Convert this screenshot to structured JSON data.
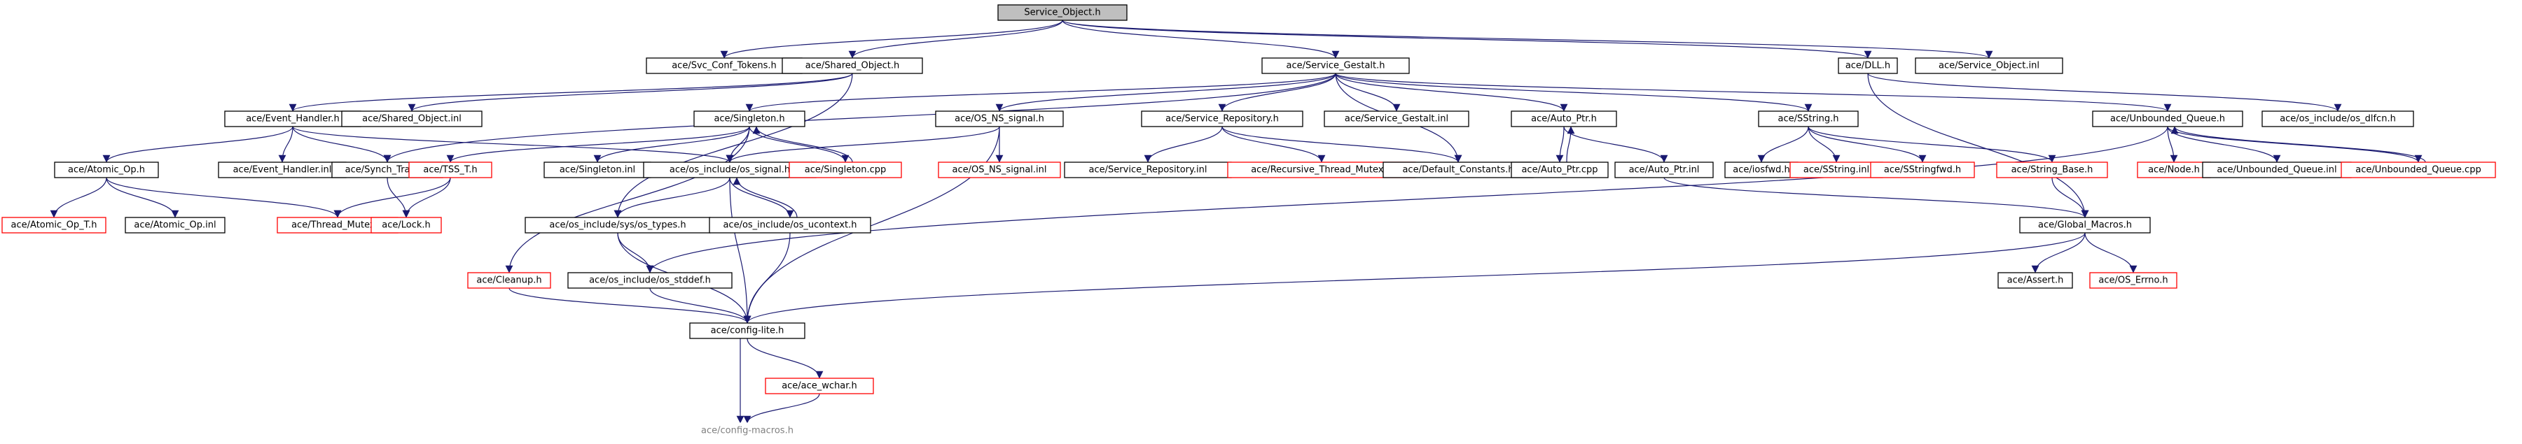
{
  "colors": {
    "root_fill": "#bfbfbf",
    "node_fill": "#ffffff",
    "border": "#000000",
    "border_missing": "#ff0000",
    "text": "#000000",
    "text_muted": "#808080",
    "edge": "#191970"
  },
  "diagram": {
    "nodes": {
      "n0": {
        "label": "Service_Object.h",
        "style": "root"
      },
      "n1": {
        "label": "ace/Svc_Conf_Tokens.h",
        "style": "normal"
      },
      "n2": {
        "label": "ace/Shared_Object.h",
        "style": "normal"
      },
      "n3": {
        "label": "ace/Service_Gestalt.h",
        "style": "normal"
      },
      "n4": {
        "label": "ace/DLL.h",
        "style": "normal"
      },
      "n5": {
        "label": "ace/Service_Object.inl",
        "style": "normal"
      },
      "n6": {
        "label": "ace/Event_Handler.h",
        "style": "normal"
      },
      "n7": {
        "label": "ace/Shared_Object.inl",
        "style": "normal"
      },
      "n8": {
        "label": "ace/Singleton.h",
        "style": "normal"
      },
      "n9": {
        "label": "ace/OS_NS_signal.h",
        "style": "normal"
      },
      "n10": {
        "label": "ace/Service_Repository.h",
        "style": "normal"
      },
      "n11": {
        "label": "ace/Service_Gestalt.inl",
        "style": "normal"
      },
      "n12": {
        "label": "ace/Auto_Ptr.h",
        "style": "normal"
      },
      "n13": {
        "label": "ace/SString.h",
        "style": "normal"
      },
      "n14": {
        "label": "ace/Unbounded_Queue.h",
        "style": "normal"
      },
      "n15": {
        "label": "ace/os_include/os_dlfcn.h",
        "style": "normal"
      },
      "n16": {
        "label": "ace/Atomic_Op.h",
        "style": "normal"
      },
      "n17": {
        "label": "ace/Event_Handler.inl",
        "style": "normal"
      },
      "n18": {
        "label": "ace/Synch_Traits.h",
        "style": "normal"
      },
      "n19": {
        "label": "ace/TSS_T.h",
        "style": "missing"
      },
      "n20": {
        "label": "ace/Singleton.inl",
        "style": "normal"
      },
      "n21": {
        "label": "ace/os_include/os_signal.h",
        "style": "normal"
      },
      "n22": {
        "label": "ace/Singleton.cpp",
        "style": "missing"
      },
      "n23": {
        "label": "ace/OS_NS_signal.inl",
        "style": "missing"
      },
      "n24": {
        "label": "ace/Service_Repository.inl",
        "style": "normal"
      },
      "n25": {
        "label": "ace/Recursive_Thread_Mutex.h",
        "style": "missing"
      },
      "n26": {
        "label": "ace/Default_Constants.h",
        "style": "normal"
      },
      "n27": {
        "label": "ace/Auto_Ptr.cpp",
        "style": "normal"
      },
      "n28": {
        "label": "ace/Auto_Ptr.inl",
        "style": "normal"
      },
      "n29": {
        "label": "ace/iosfwd.h",
        "style": "normal"
      },
      "n30": {
        "label": "ace/SString.inl",
        "style": "missing"
      },
      "n31": {
        "label": "ace/SStringfwd.h",
        "style": "missing"
      },
      "n32": {
        "label": "ace/String_Base.h",
        "style": "missing"
      },
      "n33": {
        "label": "ace/Node.h",
        "style": "missing"
      },
      "n34": {
        "label": "ace/Unbounded_Queue.inl",
        "style": "normal"
      },
      "n35": {
        "label": "ace/Unbounded_Queue.cpp",
        "style": "missing"
      },
      "n36": {
        "label": "ace/Atomic_Op_T.h",
        "style": "missing"
      },
      "n37": {
        "label": "ace/Atomic_Op.inl",
        "style": "normal"
      },
      "n38": {
        "label": "ace/Thread_Mutex.h",
        "style": "missing"
      },
      "n39": {
        "label": "ace/Lock.h",
        "style": "missing"
      },
      "n40": {
        "label": "ace/os_include/sys/os_types.h",
        "style": "normal"
      },
      "n41": {
        "label": "ace/os_include/os_ucontext.h",
        "style": "normal"
      },
      "n42": {
        "label": "ace/Global_Macros.h",
        "style": "normal"
      },
      "n43": {
        "label": "ace/Cleanup.h",
        "style": "missing"
      },
      "n44": {
        "label": "ace/os_include/os_stddef.h",
        "style": "normal"
      },
      "n45": {
        "label": "ace/Assert.h",
        "style": "normal"
      },
      "n46": {
        "label": "ace/OS_Errno.h",
        "style": "missing"
      },
      "n47": {
        "label": "ace/config-lite.h",
        "style": "normal"
      },
      "n48": {
        "label": "ace/ace_wchar.h",
        "style": "missing"
      },
      "n49": {
        "label": "ace/config-macros.h",
        "style": "muted"
      }
    },
    "edges": [
      [
        "n0",
        "n1"
      ],
      [
        "n0",
        "n2"
      ],
      [
        "n0",
        "n3"
      ],
      [
        "n0",
        "n4"
      ],
      [
        "n0",
        "n5"
      ],
      [
        "n2",
        "n6"
      ],
      [
        "n2",
        "n7"
      ],
      [
        "n2",
        "n40"
      ],
      [
        "n3",
        "n8"
      ],
      [
        "n3",
        "n9"
      ],
      [
        "n3",
        "n10"
      ],
      [
        "n3",
        "n11"
      ],
      [
        "n3",
        "n12"
      ],
      [
        "n3",
        "n13"
      ],
      [
        "n3",
        "n14"
      ],
      [
        "n3",
        "n18"
      ],
      [
        "n3",
        "n26"
      ],
      [
        "n4",
        "n15"
      ],
      [
        "n4",
        "n42"
      ],
      [
        "n6",
        "n16"
      ],
      [
        "n6",
        "n17"
      ],
      [
        "n6",
        "n18"
      ],
      [
        "n6",
        "n21"
      ],
      [
        "n16",
        "n36"
      ],
      [
        "n16",
        "n37"
      ],
      [
        "n16",
        "n38"
      ],
      [
        "n8",
        "n19"
      ],
      [
        "n8",
        "n20"
      ],
      [
        "n8",
        "n21"
      ],
      [
        "n8",
        "n22"
      ],
      [
        "n8",
        "n43"
      ],
      [
        "n22",
        "n8"
      ],
      [
        "n9",
        "n21"
      ],
      [
        "n9",
        "n23"
      ],
      [
        "n9",
        "n47"
      ],
      [
        "n10",
        "n24"
      ],
      [
        "n10",
        "n25"
      ],
      [
        "n10",
        "n26"
      ],
      [
        "n12",
        "n27"
      ],
      [
        "n12",
        "n28"
      ],
      [
        "n27",
        "n12"
      ],
      [
        "n13",
        "n29"
      ],
      [
        "n13",
        "n30"
      ],
      [
        "n13",
        "n31"
      ],
      [
        "n13",
        "n32"
      ],
      [
        "n14",
        "n33"
      ],
      [
        "n14",
        "n34"
      ],
      [
        "n14",
        "n35"
      ],
      [
        "n14",
        "n44"
      ],
      [
        "n35",
        "n14"
      ],
      [
        "n18",
        "n39"
      ],
      [
        "n19",
        "n38"
      ],
      [
        "n19",
        "n39"
      ],
      [
        "n21",
        "n40"
      ],
      [
        "n21",
        "n41"
      ],
      [
        "n21",
        "n47"
      ],
      [
        "n41",
        "n21"
      ],
      [
        "n28",
        "n42"
      ],
      [
        "n32",
        "n42"
      ],
      [
        "n42",
        "n45"
      ],
      [
        "n42",
        "n46"
      ],
      [
        "n42",
        "n47"
      ],
      [
        "n40",
        "n44"
      ],
      [
        "n40",
        "n47"
      ],
      [
        "n43",
        "n47"
      ],
      [
        "n44",
        "n47"
      ],
      [
        "n41",
        "n47"
      ],
      [
        "n47",
        "n48"
      ],
      [
        "n47",
        "n49"
      ],
      [
        "n48",
        "n49"
      ]
    ]
  }
}
